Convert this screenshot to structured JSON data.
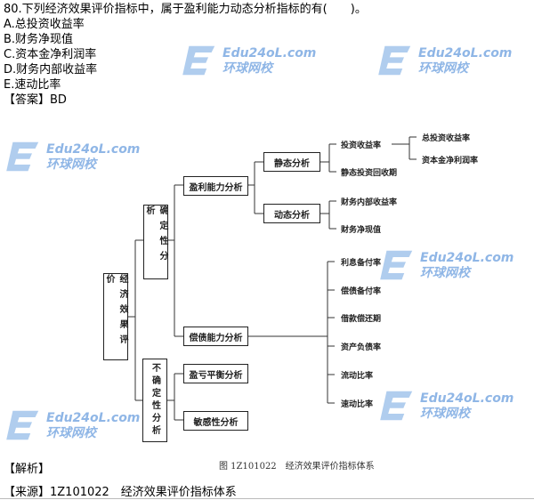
{
  "question": {
    "stem": "80.下列经济效果评价指标中，属于盈利能力动态分析指标的有(　　)。",
    "options": [
      "A.总投资收益率",
      "B.财务净现值",
      "C.资本金净利润率",
      "D.财务内部收益率",
      "E.速动比率"
    ],
    "answer": "【答案】BD"
  },
  "diagram": {
    "root": "经济效果评价",
    "certain": "确定性分析",
    "uncertain": "不确定性分析",
    "profit": "盈利能力分析",
    "solvency": "偿债能力分析",
    "breakeven": "盈亏平衡分析",
    "sensitivity": "敏感性分析",
    "static": "静态分析",
    "dynamic": "动态分析",
    "static_leaves": [
      "投资收益率",
      "静态投资回收期"
    ],
    "roi_leaves": [
      "总投资收益率",
      "资本金净利润率"
    ],
    "dynamic_leaves": [
      "财务内部收益率",
      "财务净现值"
    ],
    "solvency_leaves": [
      "利息备付率",
      "偿债备付率",
      "借款偿还期",
      "资产负债率",
      "流动比率",
      "速动比率"
    ],
    "caption": "图 1Z101022　经济效果评价指标体系"
  },
  "analysis": "【解析】",
  "source": "【来源】1Z101022　经济效果评价指标体系",
  "watermark": {
    "en": "Edu24oL.com",
    "cn": "环球网校"
  }
}
